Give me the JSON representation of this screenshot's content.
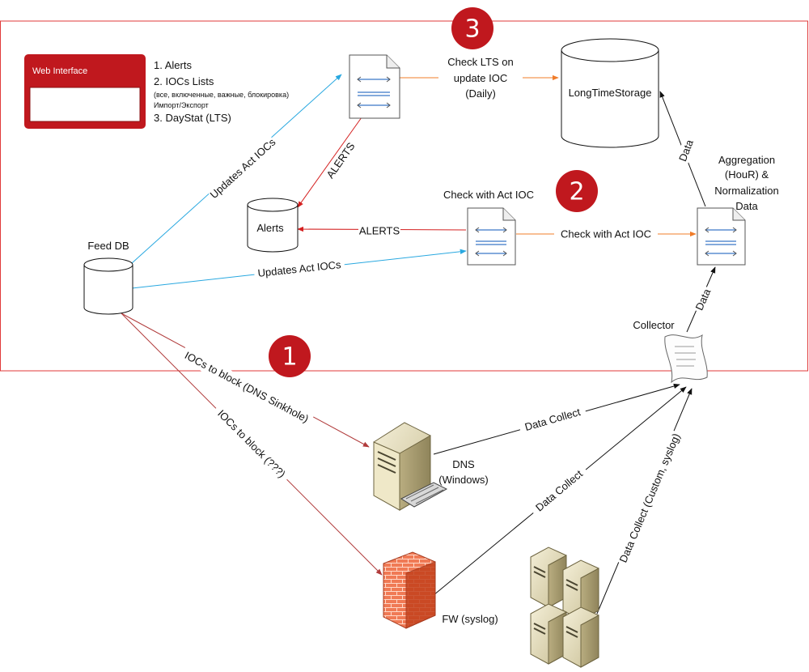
{
  "colors": {
    "frame": "#e03a3a",
    "accent_red": "#c0181e",
    "link_blue": "#29a8e0",
    "link_orange": "#f07c2a",
    "link_darkred": "#b03a3a",
    "link_red": "#d42020",
    "link_black": "#111111",
    "doc_lines": "#3a78c8"
  },
  "badges": {
    "one": "1",
    "two": "2",
    "three": "3"
  },
  "web_interface": {
    "title": "Web Interface",
    "menu": {
      "item1": "1. Alerts",
      "item2": "2. IOCs Lists",
      "item2_detail": "(все, включенные, важные, блокировка)",
      "item2_sub": "Импорт/Экспорт",
      "item3": "3. DayStat (LTS)"
    }
  },
  "nodes": {
    "feed_db": "Feed DB",
    "alerts": "Alerts",
    "long_time_storage": "LongTimeStorage",
    "collector": "Collector",
    "aggregation": {
      "line1": "Aggregation",
      "line2": "(HouR) &",
      "line3": "Normalization",
      "line4": "Data"
    },
    "dns": {
      "line1": "DNS",
      "line2": "(Windows)"
    },
    "fw": "FW (syslog)",
    "check_act_ioc_title": "Check with Act IOC"
  },
  "links": {
    "updates_act_iocs_top": "Updates Act IOCs",
    "updates_act_iocs_mid": "Updates Act IOCs",
    "alerts_top": "ALERTS",
    "alerts_mid": "ALERTS",
    "check_lts": {
      "line1": "Check LTS on",
      "line2": "update IOC",
      "line3": "(Daily)"
    },
    "check_with_act_ioc": "Check with Act IOC",
    "data_to_lts": "Data",
    "data_to_agg": "Data",
    "iocs_block_dns": "IOCs to block (DNS Sinkhole)",
    "iocs_block_fw": "IOCs to block (???)",
    "data_collect_dns": "Data Collect",
    "data_collect_fw": "Data Collect",
    "data_collect_custom": "Data Collect (Custom, syslog)"
  }
}
